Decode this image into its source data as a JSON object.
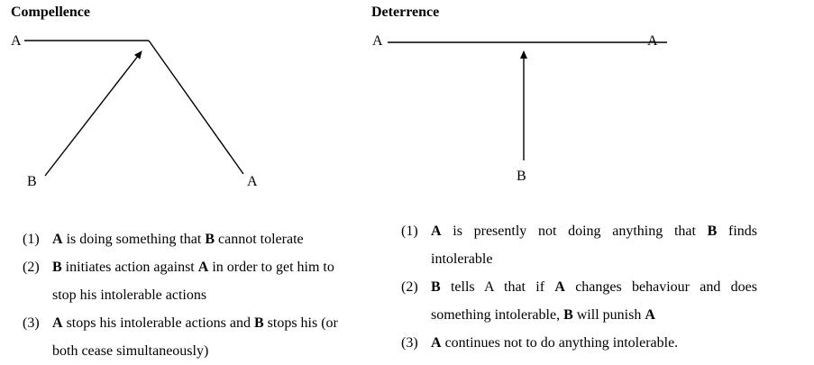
{
  "compellence": {
    "title": "Compellence",
    "labels": {
      "top_left": "A",
      "bottom_left": "B",
      "bottom_right": "A"
    },
    "items": [
      {
        "num": "(1)",
        "parts": [
          {
            "b": "A"
          },
          {
            "t": " is doing something that "
          },
          {
            "b": "B"
          },
          {
            "t": " cannot tolerate"
          }
        ]
      },
      {
        "num": "(2)",
        "parts": [
          {
            "b": "B"
          },
          {
            "t": " initiates action against "
          },
          {
            "b": "A"
          },
          {
            "t": " in order to get him to stop his intolerable actions"
          }
        ]
      },
      {
        "num": "(3)",
        "parts": [
          {
            "b": "A"
          },
          {
            "t": " stops his intolerable actions and "
          },
          {
            "b": "B"
          },
          {
            "t": " stops his (or both cease simultaneously)"
          }
        ]
      }
    ]
  },
  "deterrence": {
    "title": "Deterrence",
    "labels": {
      "left": "A",
      "right": "A",
      "bottom": "B"
    },
    "items": [
      {
        "num": "(1)",
        "parts": [
          {
            "b": "A"
          },
          {
            "t": " is presently not doing anything that "
          },
          {
            "b": "B"
          },
          {
            "t": " finds intolerable"
          }
        ]
      },
      {
        "num": "(2)",
        "parts": [
          {
            "b": "B"
          },
          {
            "t": " tells A that if "
          },
          {
            "b": "A"
          },
          {
            "t": " changes behaviour and does something intolerable, "
          },
          {
            "b": "B"
          },
          {
            "t": " will punish "
          },
          {
            "b": "A"
          }
        ]
      },
      {
        "num": "(3)",
        "parts": [
          {
            "b": "A"
          },
          {
            "t": " continues not to do anything intolerable."
          }
        ]
      }
    ]
  }
}
